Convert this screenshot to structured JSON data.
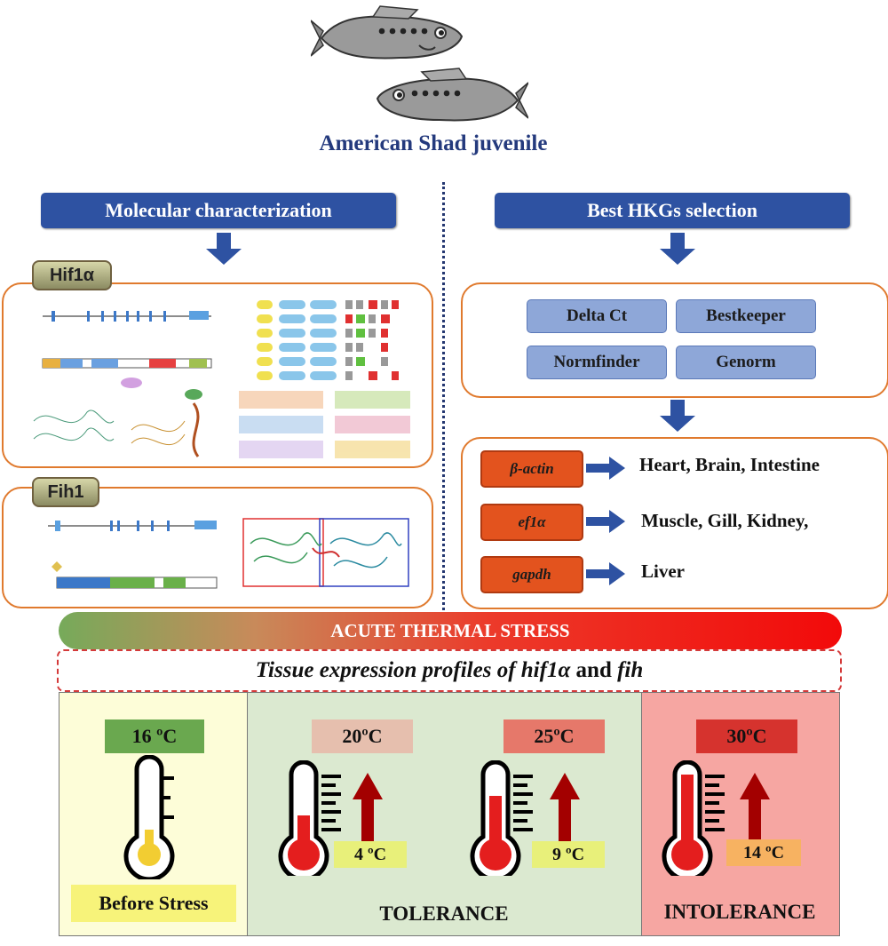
{
  "title": "American Shad juvenile",
  "left_head": "Molecular characterization",
  "right_head": "Best  HKGs selection",
  "genes_panel": [
    {
      "tag": "Hif1α"
    },
    {
      "tag": "Fih1"
    }
  ],
  "methods": [
    "Delta Ct",
    "Bestkeeper",
    "Normfinder",
    "Genorm"
  ],
  "hkgs": [
    {
      "gene": "β-actin",
      "tissues": "Heart, Brain, Intestine"
    },
    {
      "gene": "ef1α",
      "tissues": "Muscle, Gill, Kidney,"
    },
    {
      "gene": "gapdh",
      "tissues": "Liver"
    }
  ],
  "stress_bar": "ACUTE THERMAL STRESS",
  "profile": {
    "prefix": "Tissue expression profiles of hif1",
    "alpha": "α",
    "and": " and ",
    "fih": "fih"
  },
  "conditions": [
    {
      "temp": "16 ºC",
      "delta": "",
      "color": "#6aa84f"
    },
    {
      "temp": "20ºC",
      "delta": "4 ºC",
      "color": "#e6bfae"
    },
    {
      "temp": "25ºC",
      "delta": "9 ºC",
      "color": "#e6786a"
    },
    {
      "temp": "30ºC",
      "delta": "14 ºC",
      "color": "#d6332e"
    }
  ],
  "zones": {
    "before": "Before Stress",
    "tolerance": "TOLERANCE",
    "intolerance": "INTOLERANCE"
  },
  "colors": {
    "dark_blue": "#243a7d",
    "header_blue": "#2e52a2",
    "method_blue": "#8ea7d8",
    "gene_orange": "#e3531e",
    "panel_border": "#e07a2e"
  },
  "icons": [
    "fish-icon",
    "down-arrow-icon",
    "right-arrow-icon",
    "thermometer-icon",
    "up-arrow-icon"
  ]
}
